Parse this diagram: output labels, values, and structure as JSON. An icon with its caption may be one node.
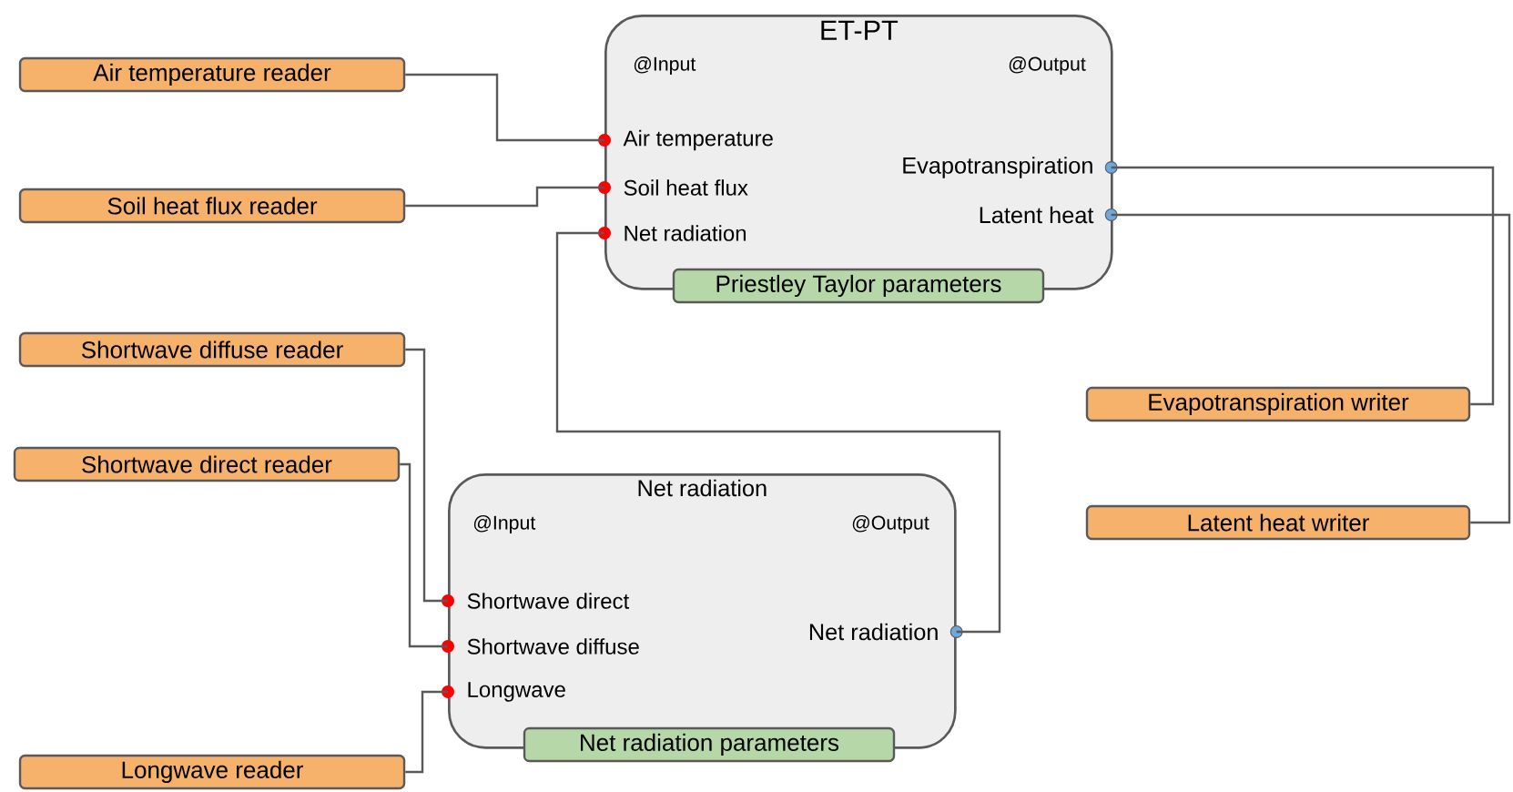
{
  "diagram": {
    "nodes": [
      {
        "text": [
          "ET-PT"
        ]
      },
      {
        "text": [
          "Air temperature"
        ],
        "in": 0
      },
      {
        "text": [
          "Soil heat flux"
        ],
        "in": 0
      },
      {
        "text": [
          "Net radiation"
        ],
        "in": 0
      },
      {
        "text": [
          "Evapotranspiration"
        ],
        "in": 0
      },
      {
        "text": [
          "Latent heat"
        ],
        "in": 0
      },
      {
        "text": [
          "Priestley Taylor parameters"
        ]
      },
      {
        "text": [
          "Air temperature reader"
        ]
      },
      {
        "text": [
          "Soil heat flux reader"
        ]
      },
      {
        "text": [
          "Shortwave diffuse reader"
        ]
      },
      {
        "text": [
          "Shortwave direct reader"
        ]
      },
      {
        "text": [
          "Net radiation"
        ]
      },
      {
        "text": [
          "Shortwave direct"
        ],
        "in": 11
      },
      {
        "text": [
          "Shortwave diffuse"
        ],
        "in": 11
      },
      {
        "text": [
          "Longwave"
        ],
        "in": 11
      },
      {
        "text": [
          "Net radiation"
        ],
        "in": 11
      },
      {
        "text": [
          "Net radiation parameters"
        ]
      },
      {
        "text": [
          "Evapotranspiration writer"
        ]
      },
      {
        "text": [
          "Latent heat writer"
        ]
      },
      {
        "text": [
          "Longwave reader"
        ]
      }
    ],
    "edges": [
      {
        "from": 7,
        "to": 1,
        "arrow": "none"
      },
      {
        "from": 8,
        "to": 2,
        "arrow": "none"
      },
      {
        "from": 15,
        "to": 3,
        "arrow": "none"
      },
      {
        "from": 9,
        "to": 12,
        "arrow": "none"
      },
      {
        "from": 10,
        "to": 13,
        "arrow": "none"
      },
      {
        "from": 19,
        "to": 14,
        "arrow": "none"
      },
      {
        "from": 4,
        "to": 17,
        "arrow": "none"
      },
      {
        "from": 5,
        "to": 18,
        "arrow": "none"
      }
    ],
    "labels": [
      "@Input",
      "@Output",
      "@Input",
      "@Output"
    ]
  }
}
